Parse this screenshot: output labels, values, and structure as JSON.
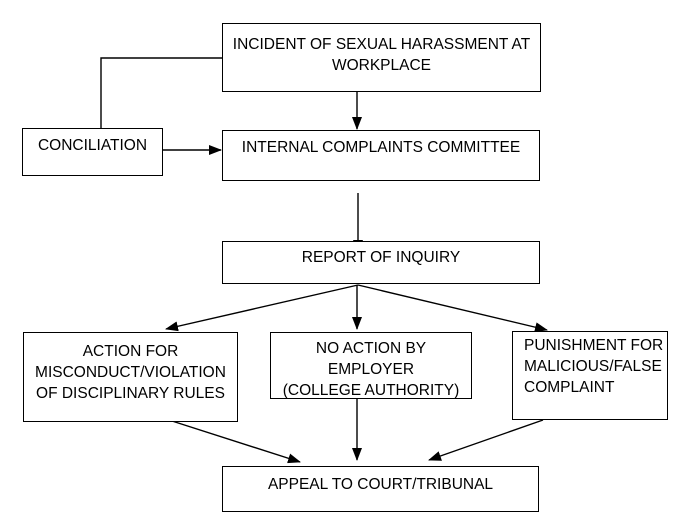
{
  "diagram": {
    "type": "flowchart",
    "colors": {
      "line": "#000000",
      "text": "#000000",
      "node_fill": "#ffffff",
      "background": "#ffffff"
    },
    "nodes": {
      "incident": {
        "label": "INCIDENT OF SEXUAL HARASSMENT AT\nWORKPLACE"
      },
      "conciliation": {
        "label": "CONCILIATION"
      },
      "icc": {
        "label": "INTERNAL COMPLAINTS COMMITTEE"
      },
      "report": {
        "label": "REPORT OF INQUIRY"
      },
      "action": {
        "label": "ACTION FOR\nMISCONDUCT/VIOLATION\nOF DISCIPLINARY RULES"
      },
      "no_action": {
        "label": "NO ACTION BY EMPLOYER\n(COLLEGE AUTHORITY)"
      },
      "punishment": {
        "label": "PUNISHMENT FOR\nMALICIOUS/FALSE\nCOMPLAINT"
      },
      "appeal": {
        "label": "APPEAL TO COURT/TRIBUNAL"
      }
    },
    "edges": [
      {
        "from": "incident",
        "to": "conciliation",
        "arrow": false,
        "style": "elbow"
      },
      {
        "from": "conciliation",
        "to": "icc",
        "arrow": true,
        "style": "straight"
      },
      {
        "from": "incident",
        "to": "icc",
        "arrow": true,
        "style": "straight"
      },
      {
        "from": "icc",
        "to": "report",
        "arrow": true,
        "style": "straight"
      },
      {
        "from": "report",
        "to": "action",
        "arrow": true,
        "style": "diagonal"
      },
      {
        "from": "report",
        "to": "no_action",
        "arrow": true,
        "style": "straight"
      },
      {
        "from": "report",
        "to": "punishment",
        "arrow": true,
        "style": "diagonal"
      },
      {
        "from": "action",
        "to": "appeal",
        "arrow": true,
        "style": "diagonal"
      },
      {
        "from": "no_action",
        "to": "appeal",
        "arrow": true,
        "style": "straight"
      },
      {
        "from": "punishment",
        "to": "appeal",
        "arrow": true,
        "style": "diagonal"
      }
    ]
  }
}
